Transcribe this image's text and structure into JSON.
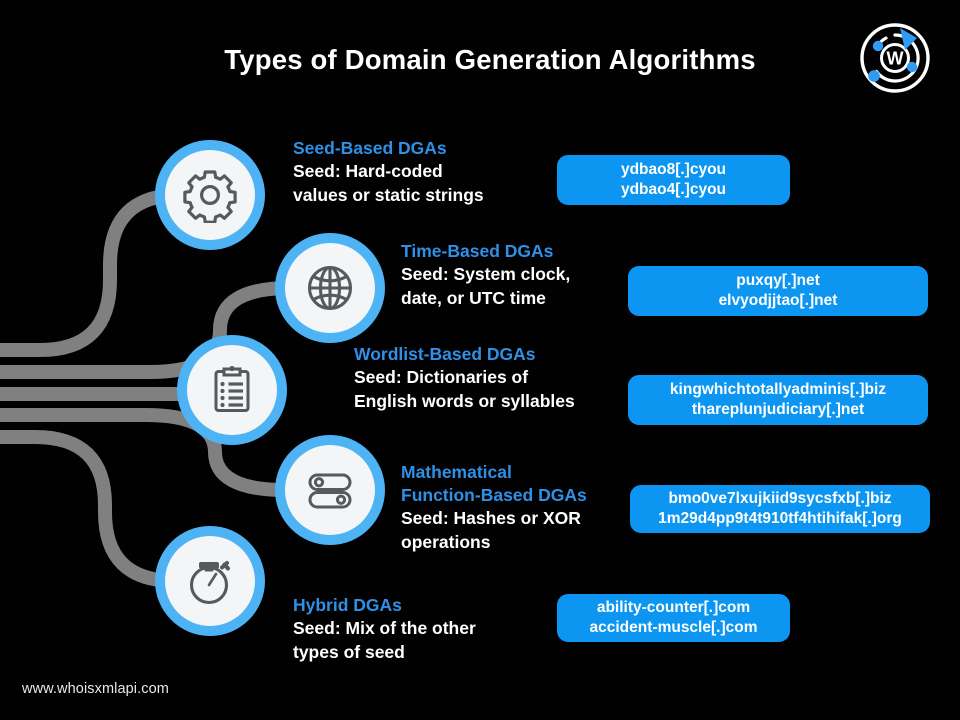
{
  "page": {
    "title": "Types of Domain Generation Algorithms",
    "footer_url": "www.whoisxmlapi.com",
    "background_color": "#000000"
  },
  "logo": {
    "name": "whoisxmlapi-logo",
    "letter": "W",
    "ring_color": "#ffffff",
    "accent_color": "#2f9bf5"
  },
  "colors": {
    "heading_blue": "#2f90e8",
    "badge_blue": "#0c96f2",
    "ring_blue": "#4db3f5",
    "icon_gray": "#58595b",
    "pipe_gray": "#808080",
    "circle_fill": "#f4f5f7",
    "body_white": "#ffffff"
  },
  "rows": [
    {
      "icon": "gear-icon",
      "heading": "Seed-Based DGAs",
      "body": "Seed: Hard-coded\nvalues or static strings",
      "domains": [
        "ydbao8[.]cyou",
        "ydbao4[.]cyou"
      ]
    },
    {
      "icon": "globe-icon",
      "heading": "Time-Based DGAs",
      "body": "Seed: System clock,\ndate, or UTC time",
      "domains": [
        "puxqy[.]net",
        "elvyodjjtao[.]net"
      ]
    },
    {
      "icon": "clipboard-list-icon",
      "heading": "Wordlist-Based DGAs",
      "body": "Seed: Dictionaries of\nEnglish words or syllables",
      "domains": [
        "kingwhichtotallyadminis[.]biz",
        "thareplunjudiciary[.]net"
      ]
    },
    {
      "icon": "server-racks-icon",
      "heading": "Mathematical\nFunction-Based DGAs",
      "body": "Seed: Hashes or XOR\noperations",
      "domains": [
        "bmo0ve7lxujkiid9sycsfxb[.]biz",
        "1m29d4pp9t4t910tf4htihifak[.]org"
      ]
    },
    {
      "icon": "stopwatch-icon",
      "heading": "Hybrid DGAs",
      "body": "Seed: Mix of the other\ntypes of seed",
      "domains": [
        "ability-counter[.]com",
        "accident-muscle[.]com"
      ]
    }
  ]
}
